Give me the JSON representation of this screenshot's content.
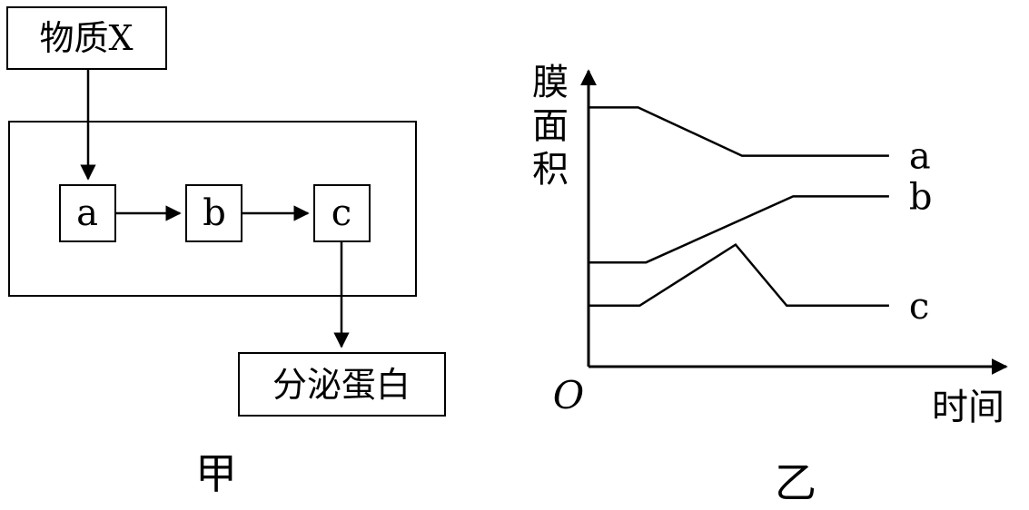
{
  "diagram_jia": {
    "input_label": "物质X",
    "nodes": [
      "a",
      "b",
      "c"
    ],
    "output_label": "分泌蛋白",
    "caption": "甲"
  },
  "chart_yi": {
    "ylabel": "膜面积",
    "xlabel": "时间",
    "origin": "O",
    "caption": "乙"
  },
  "chart_data": {
    "type": "line",
    "title": "",
    "xlabel": "时间",
    "ylabel": "膜面积",
    "xlim": [
      0,
      10
    ],
    "ylim": [
      0,
      10
    ],
    "grid": false,
    "series": [
      {
        "name": "a",
        "x": [
          0,
          1.55,
          4.8,
          9.4
        ],
        "y": [
          10.2,
          10.2,
          8.3,
          8.3
        ]
      },
      {
        "name": "b",
        "x": [
          0,
          1.8,
          6.4,
          9.4
        ],
        "y": [
          4.1,
          4.1,
          6.7,
          6.7
        ]
      },
      {
        "name": "c",
        "x": [
          0,
          1.6,
          4.6,
          6.2,
          9.4
        ],
        "y": [
          2.4,
          2.4,
          4.8,
          2.4,
          2.4
        ]
      }
    ]
  }
}
